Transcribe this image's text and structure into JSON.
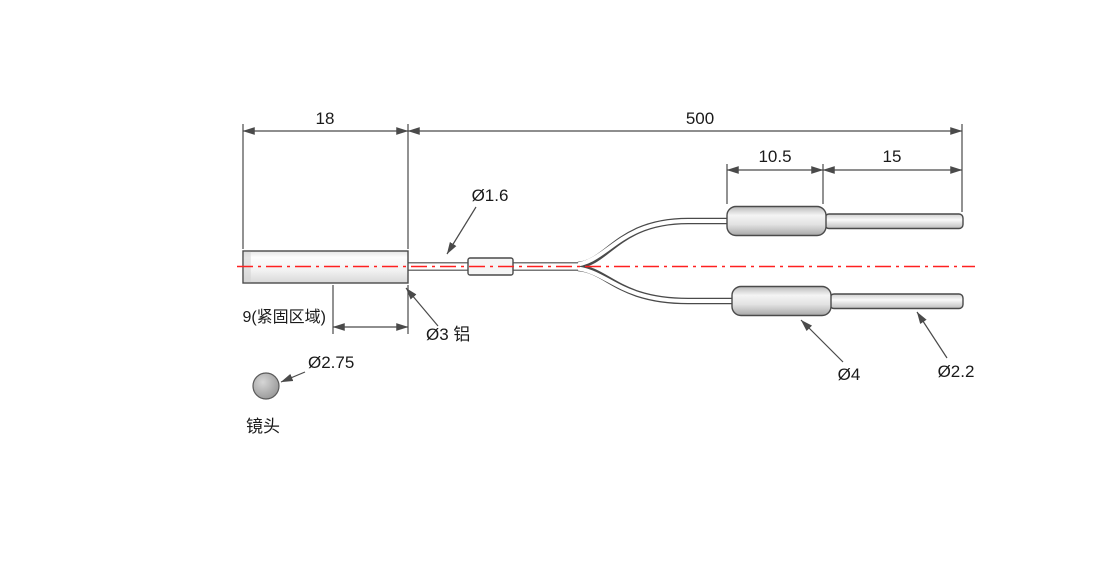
{
  "diagram": {
    "type": "technical-dimension-drawing",
    "subject": "fiber-optic-sensor-cable",
    "colors": {
      "line": "#4a4a4a",
      "centerline": "#ff2020",
      "text": "#1a1a1a",
      "background": "#ffffff"
    },
    "labels": {
      "dim_body_length": "18",
      "dim_cable_length": "500",
      "dim_crimp_length": "10.5",
      "dim_tail_length": "15",
      "dim_fastening_zone": "9(紧固区域)",
      "dia_cable": "Ø1.6",
      "dia_body": "Ø3 铝",
      "dia_crimp": "Ø4",
      "dia_tail": "Ø2.2",
      "dia_lens": "Ø2.75",
      "lens_caption": "镜头"
    }
  }
}
